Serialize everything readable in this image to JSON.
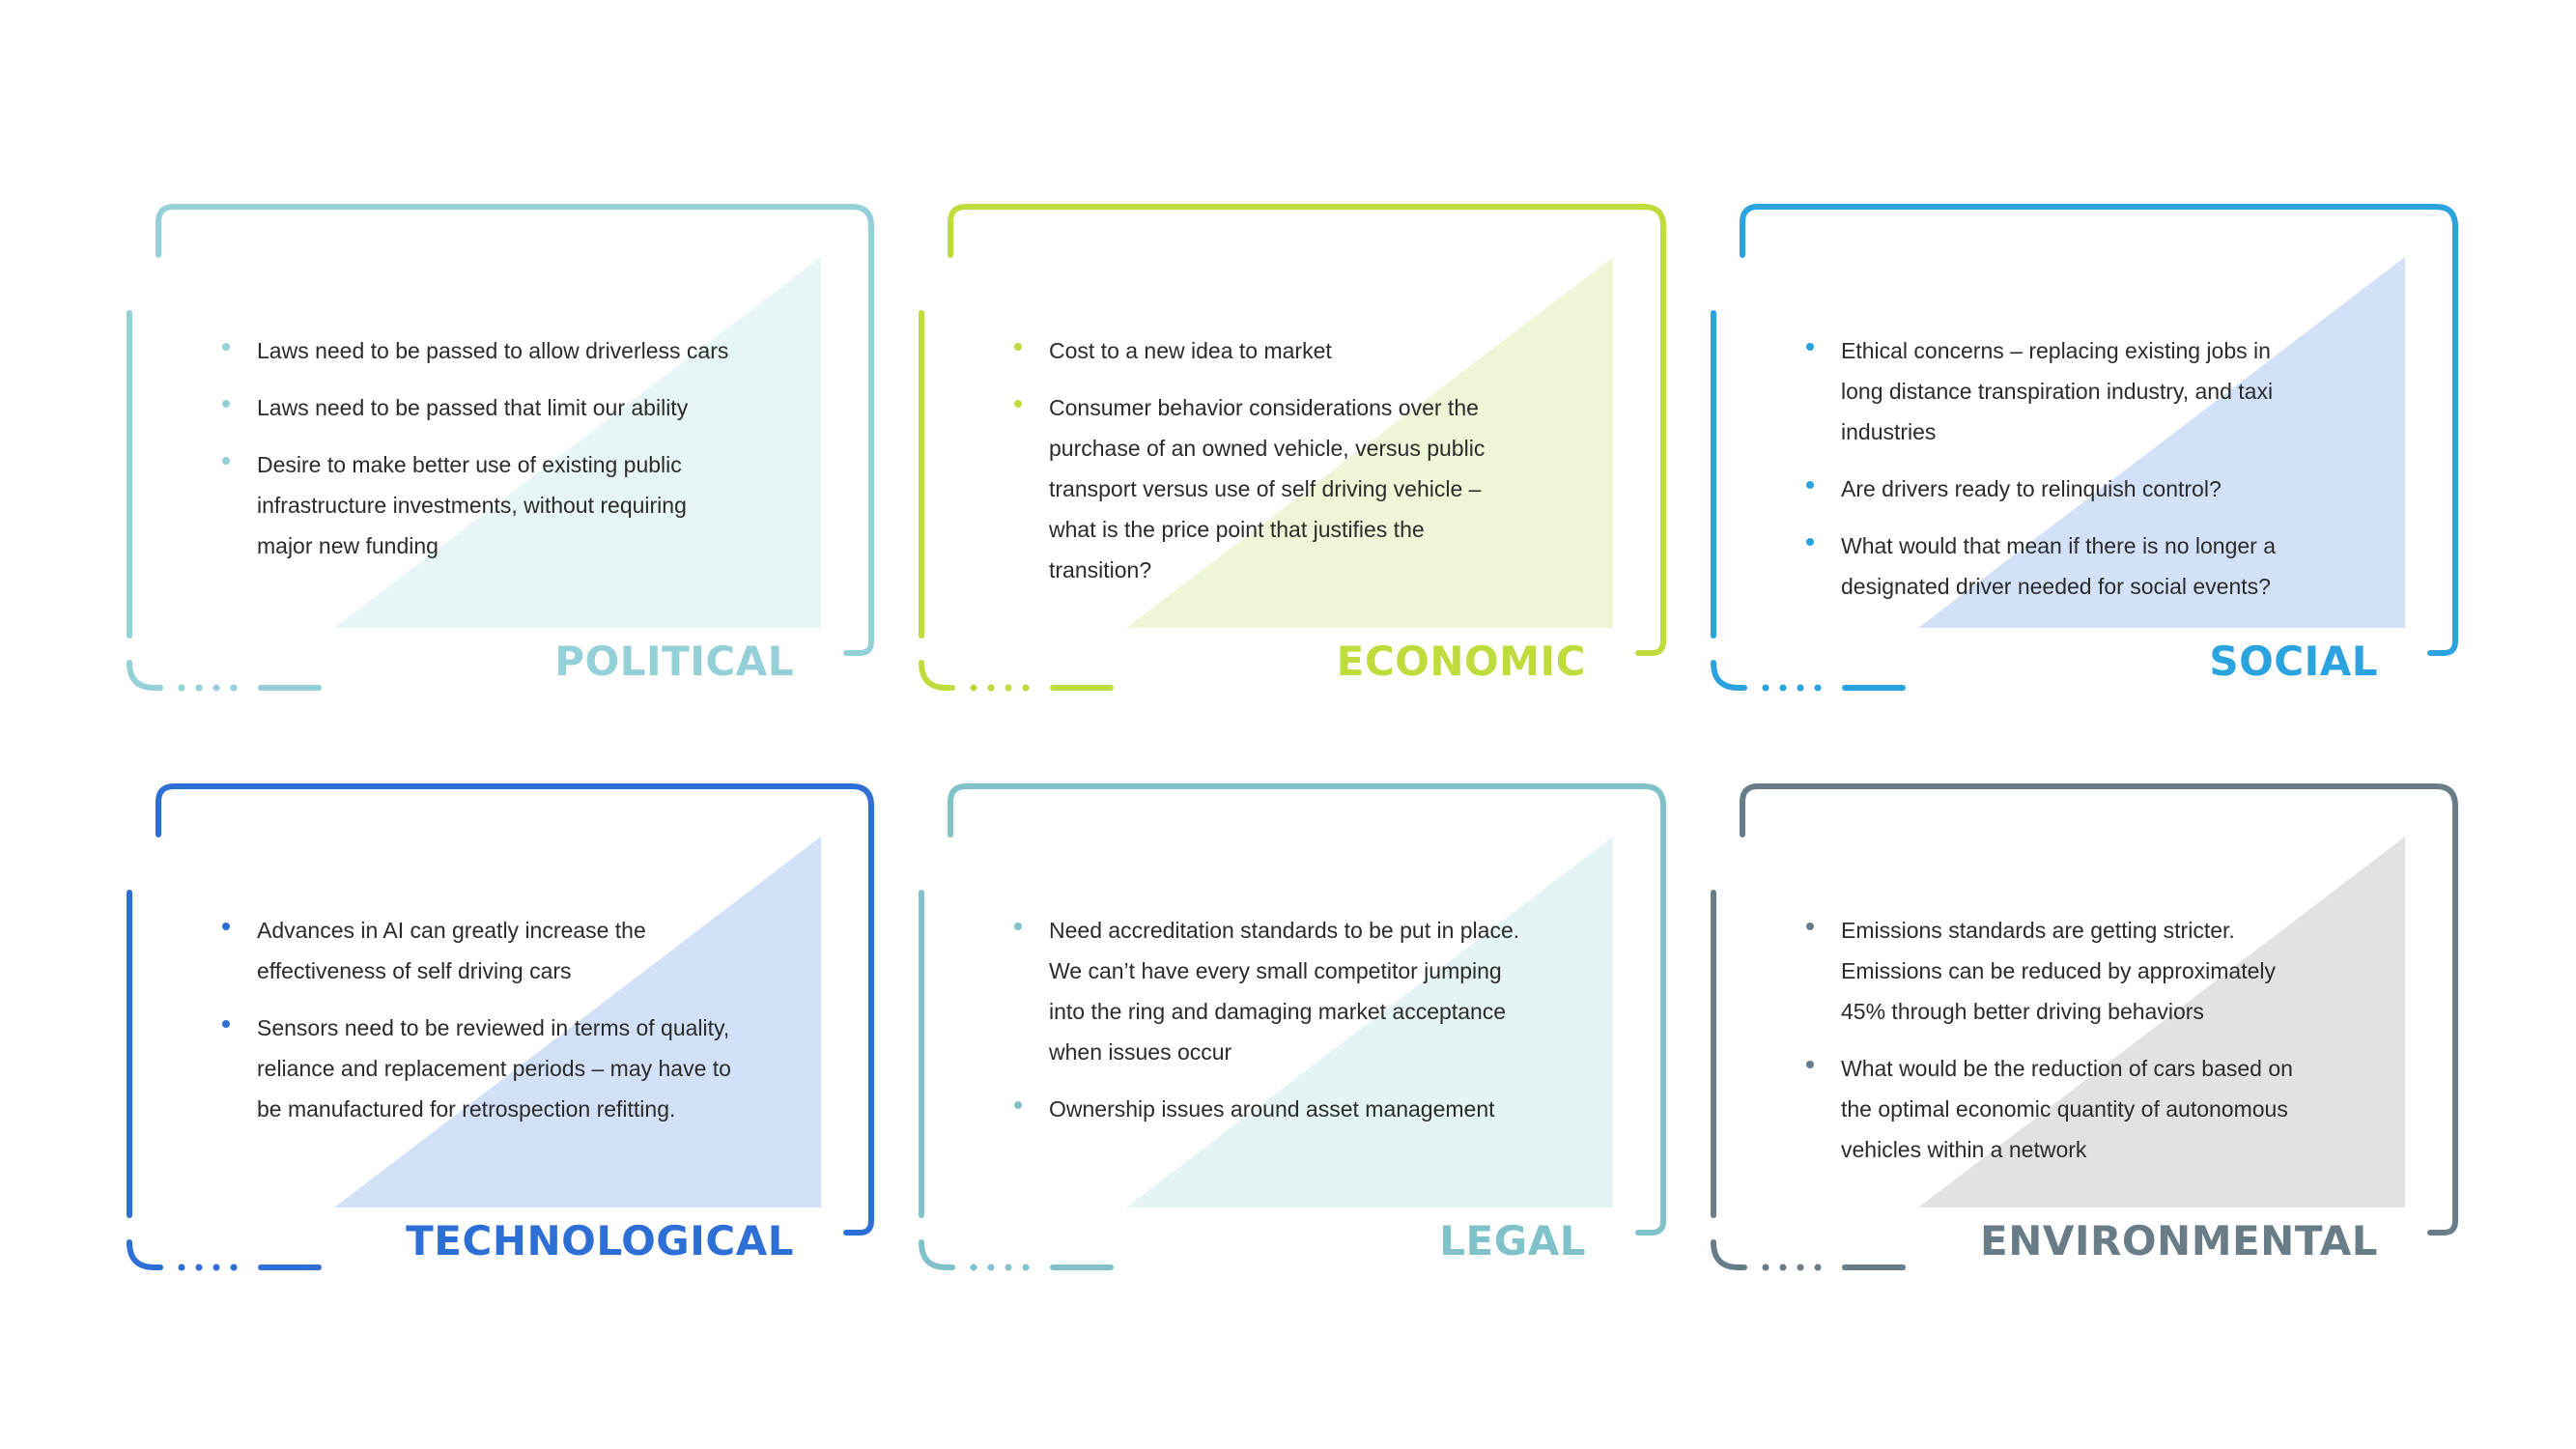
{
  "cards": [
    {
      "label": "POLITICAL",
      "color": "#94d0d8",
      "tint": "#e8f5f6",
      "bullets": [
        "Laws need to be passed to allow driverless cars",
        "Laws need to be passed that limit our ability",
        "Desire to make better use of existing public infrastructure investments, without requiring major new funding"
      ]
    },
    {
      "label": "ECONOMIC",
      "color": "#bedc3c",
      "tint": "#eff6d8",
      "bullets": [
        "Cost to a new idea to market",
        "Consumer behavior considerations over the purchase of an owned vehicle, versus public transport versus use of self driving vehicle – what is the price point that justifies the transition?"
      ]
    },
    {
      "label": "SOCIAL",
      "color": "#2ba3df",
      "tint": "#d2e0f8",
      "bullets": [
        "Ethical concerns – replacing existing jobs in long distance transpiration industry, and taxi industries",
        "Are drivers ready to relinquish control?",
        "What would that mean if there is no longer a designated driver needed for social events?"
      ]
    },
    {
      "label": "TECHNOLOGICAL",
      "color": "#2e6fd6",
      "tint": "#d2e0f8",
      "bullets": [
        "Advances in AI can greatly increase the effectiveness of self driving cars",
        "Sensors need to be reviewed in terms of quality, reliance and replacement periods – may have to be manufactured for retrospection refitting."
      ]
    },
    {
      "label": "LEGAL",
      "color": "#80c2ca",
      "tint": "#e4f3f4",
      "bullets": [
        "Need accreditation standards to be put in place. We can’t have every small competitor jumping into the ring and damaging market acceptance when issues occur",
        "Ownership issues around asset management"
      ]
    },
    {
      "label": "ENVIRONMENTAL",
      "color": "#687d87",
      "tint": "#e0e3e6",
      "bullets": [
        "Emissions standards are getting stricter. Emissions can be reduced by approximately 45% through better driving behaviors",
        "What would be the reduction of cars based on the optimal economic quantity of autonomous vehicles within a network"
      ]
    }
  ]
}
